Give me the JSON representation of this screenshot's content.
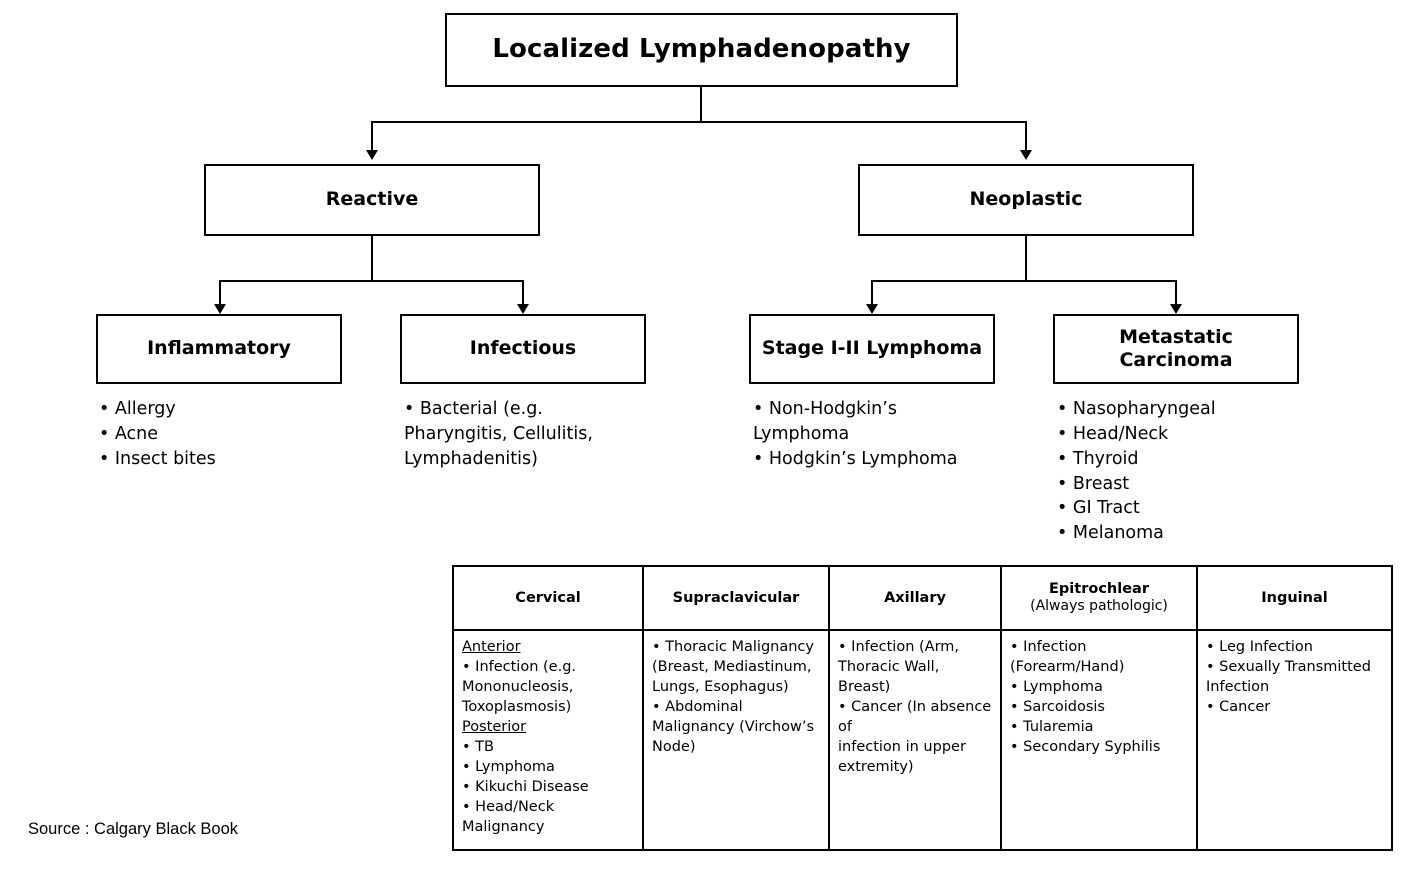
{
  "diagram": {
    "root": {
      "label": "Localized Lymphadenopathy"
    },
    "level2": [
      {
        "label": "Reactive"
      },
      {
        "label": "Neoplastic"
      }
    ],
    "level3": [
      {
        "label": "Inflammatory",
        "items": [
          "• Allergy",
          "• Acne",
          "• Insect bites"
        ]
      },
      {
        "label": "Infectious",
        "items": [
          "• Bacterial (e.g.",
          "Pharyngitis, Cellulitis,",
          "Lymphadenitis)"
        ]
      },
      {
        "label": "Stage I-II Lymphoma",
        "items": [
          "• Non-Hodgkin’s",
          "Lymphoma",
          "• Hodgkin’s Lymphoma"
        ]
      },
      {
        "label": "Metastatic\nCarcinoma",
        "items": [
          "• Nasopharyngeal",
          "• Head/Neck",
          "• Thyroid",
          "• Breast",
          "• GI Tract",
          "• Melanoma"
        ]
      }
    ]
  },
  "table": {
    "headers": [
      {
        "title": "Cervical",
        "sub": ""
      },
      {
        "title": "Supraclavicular",
        "sub": ""
      },
      {
        "title": "Axillary",
        "sub": ""
      },
      {
        "title": "Epitrochlear",
        "sub": "(Always pathologic)"
      },
      {
        "title": "Inguinal",
        "sub": ""
      }
    ],
    "rows": [
      [
        [
          {
            "text": "Anterior",
            "underline": true
          },
          {
            "text": "• Infection (e.g.",
            "underline": false
          },
          {
            "text": "Mononucleosis,",
            "underline": false
          },
          {
            "text": "Toxoplasmosis)",
            "underline": false
          },
          {
            "text": "Posterior",
            "underline": true
          },
          {
            "text": "• TB",
            "underline": false
          },
          {
            "text": "• Lymphoma",
            "underline": false
          },
          {
            "text": "• Kikuchi Disease",
            "underline": false
          },
          {
            "text": "• Head/Neck",
            "underline": false
          },
          {
            "text": "Malignancy",
            "underline": false
          }
        ],
        [
          {
            "text": "• Thoracic Malignancy",
            "underline": false
          },
          {
            "text": "(Breast, Mediastinum,",
            "underline": false
          },
          {
            "text": "Lungs, Esophagus)",
            "underline": false
          },
          {
            "text": "• Abdominal",
            "underline": false
          },
          {
            "text": "Malignancy (Virchow’s",
            "underline": false
          },
          {
            "text": "Node)",
            "underline": false
          }
        ],
        [
          {
            "text": "• Infection (Arm,",
            "underline": false
          },
          {
            "text": "Thoracic Wall, Breast)",
            "underline": false
          },
          {
            "text": "• Cancer (In absence of",
            "underline": false
          },
          {
            "text": "infection in upper",
            "underline": false
          },
          {
            "text": "extremity)",
            "underline": false
          }
        ],
        [
          {
            "text": "• Infection",
            "underline": false
          },
          {
            "text": "(Forearm/Hand)",
            "underline": false
          },
          {
            "text": "• Lymphoma",
            "underline": false
          },
          {
            "text": "• Sarcoidosis",
            "underline": false
          },
          {
            "text": "• Tularemia",
            "underline": false
          },
          {
            "text": "• Secondary Syphilis",
            "underline": false
          }
        ],
        [
          {
            "text": "• Leg Infection",
            "underline": false
          },
          {
            "text": "• Sexually Transmitted",
            "underline": false
          },
          {
            "text": "Infection",
            "underline": false
          },
          {
            "text": "• Cancer",
            "underline": false
          }
        ]
      ]
    ]
  },
  "source": {
    "text": "Source : Calgary Black Book"
  },
  "colors": {
    "stroke": "#000000",
    "background": "#ffffff",
    "text": "#000000"
  }
}
